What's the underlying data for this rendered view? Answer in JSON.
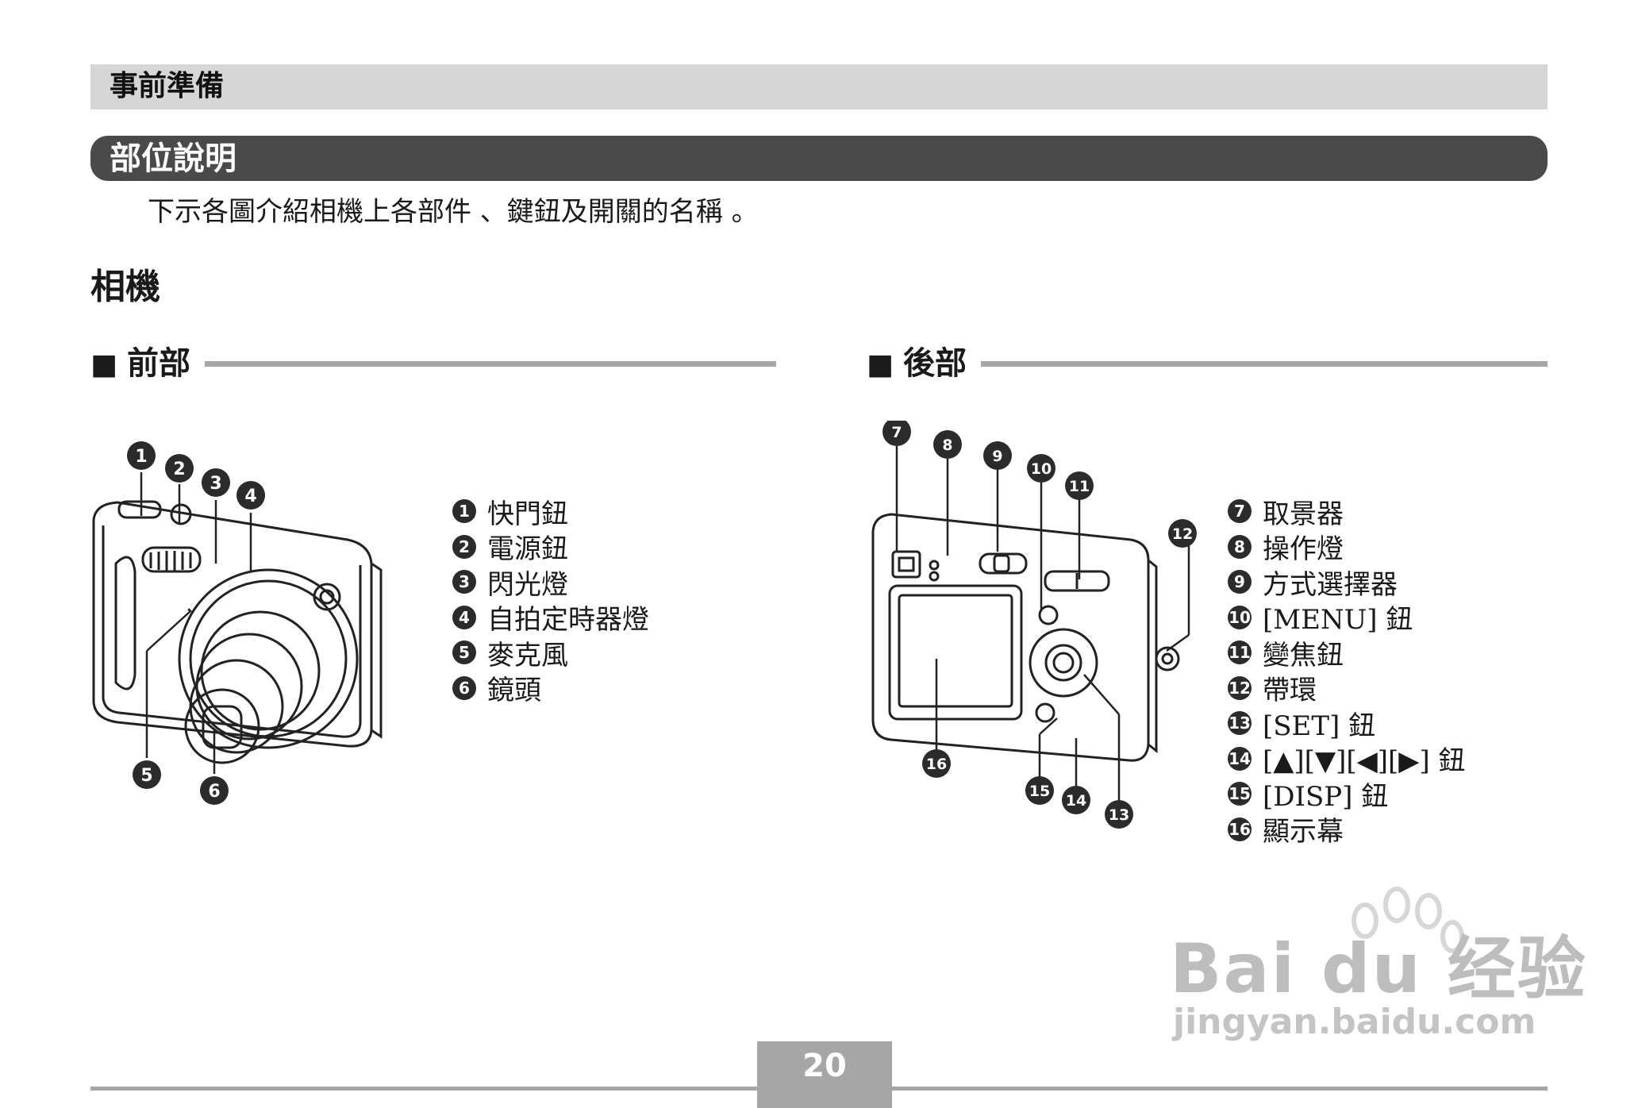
{
  "header": {
    "chapter": "事前準備"
  },
  "section": {
    "title": "部位說明"
  },
  "intro": "下示各圖介紹相機上各部件 、鍵鈕及開關的名稱 。",
  "subsection": "相機",
  "front": {
    "heading_marker": "■",
    "heading": "前部",
    "parts": [
      {
        "num": "1",
        "label": "快門鈕"
      },
      {
        "num": "2",
        "label": "電源鈕"
      },
      {
        "num": "3",
        "label": "閃光燈"
      },
      {
        "num": "4",
        "label": "自拍定時器燈"
      },
      {
        "num": "5",
        "label": "麥克風"
      },
      {
        "num": "6",
        "label": "鏡頭"
      }
    ]
  },
  "back": {
    "heading_marker": "■",
    "heading": "後部",
    "parts": [
      {
        "num": "7",
        "label": "取景器"
      },
      {
        "num": "8",
        "label": "操作燈"
      },
      {
        "num": "9",
        "label": "方式選擇器"
      },
      {
        "num": "10",
        "label": "[MENU] 鈕"
      },
      {
        "num": "11",
        "label": "變焦鈕"
      },
      {
        "num": "12",
        "label": "帶環"
      },
      {
        "num": "13",
        "label": "[SET] 鈕"
      },
      {
        "num": "14",
        "label": "[▲][▼][◀][▶] 鈕"
      },
      {
        "num": "15",
        "label": "[DISP] 鈕"
      },
      {
        "num": "16",
        "label": "顯示幕"
      }
    ]
  },
  "watermark": {
    "brand": "Bai du 经验",
    "url": "jingyan.baidu.com"
  },
  "footer": {
    "page_number": "20"
  }
}
